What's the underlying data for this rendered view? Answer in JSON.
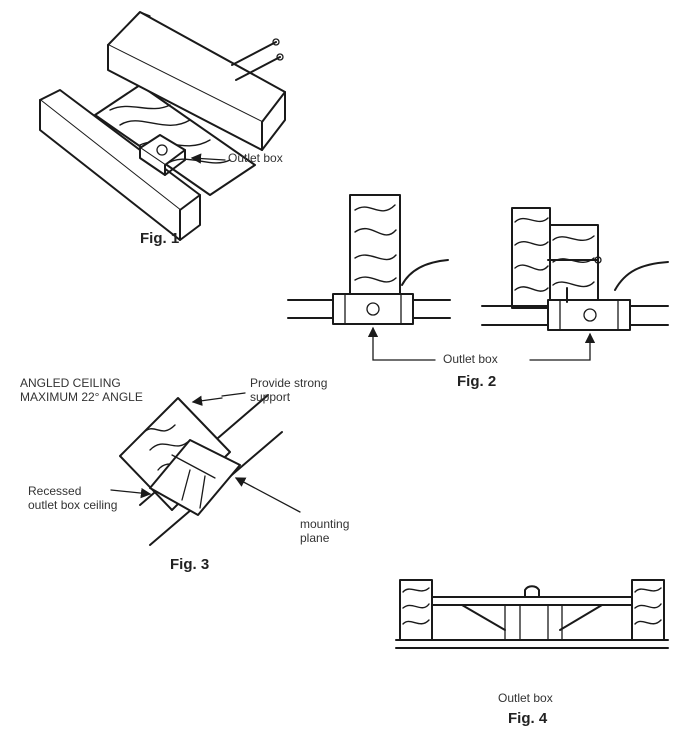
{
  "fig1": {
    "label_outlet": "Outlet box",
    "caption": "Fig. 1"
  },
  "fig2": {
    "label_outlet": "Outlet box",
    "caption": "Fig. 2"
  },
  "fig3": {
    "label_angle_line1": "ANGLED CEILING",
    "label_angle_line2": "MAXIMUM 22° ANGLE",
    "label_support_line1": "Provide strong",
    "label_support_line2": "support",
    "label_recessed_line1": "Recessed",
    "label_recessed_line2": "outlet box ceiling",
    "label_mounting_line1": "mounting",
    "label_mounting_line2": "plane",
    "caption": "Fig. 3"
  },
  "fig4": {
    "label_outlet": "Outlet box",
    "caption": "Fig. 4"
  }
}
